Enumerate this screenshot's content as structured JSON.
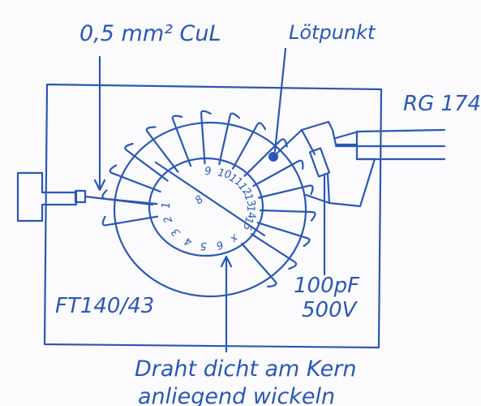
{
  "labels": {
    "wire": "0,5 mm² CuL",
    "solder_point": "Lötpunkt",
    "cable": "RG 174",
    "capacitor_value": "100pF",
    "capacitor_voltage": "500V",
    "core": "FT140/43",
    "note_line1": "Draht dicht am Kern",
    "note_line2": "anliegend wickeln"
  },
  "winding_numbers_left": [
    "1",
    "2",
    "3",
    "4",
    "5",
    "6",
    "x"
  ],
  "winding_numbers_right": [
    "9",
    "10",
    "11",
    "12",
    "13",
    "14",
    "15"
  ],
  "winding_number_center": "8",
  "colors": {
    "ink": "#2a57b8",
    "paper": "#fbfbfd"
  }
}
